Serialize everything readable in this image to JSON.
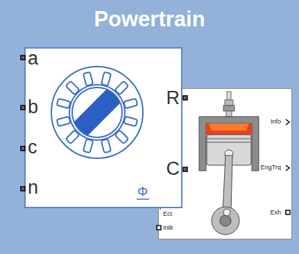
{
  "diagram": {
    "title": "Powertrain",
    "nodes": [
      {
        "text": [
          "a",
          "b",
          "c",
          "n",
          "R",
          "C",
          "Φ"
        ]
      },
      {
        "text": [
          "Info",
          "EngTrq",
          "Exh",
          "Ect",
          "Intk"
        ]
      }
    ]
  }
}
